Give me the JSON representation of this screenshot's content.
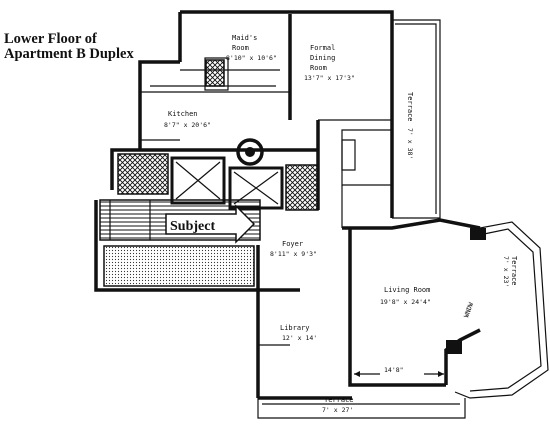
{
  "title_line1": "Lower Floor of",
  "title_line2": "Apartment B Duplex",
  "subject_label": "Subject",
  "rooms": {
    "maids_room": {
      "name_line1": "Maid's",
      "name_line2": "Room",
      "size": "8'10\" x 10'6\""
    },
    "formal_dining": {
      "name_line1": "Formal",
      "name_line2": "Dining",
      "name_line3": "Room",
      "size": "13'7\" x 17'3\""
    },
    "kitchen": {
      "name": "Kitchen",
      "size": "8'7\" x 20'6\""
    },
    "terrace_upper": {
      "name": "Terrace",
      "size": "7' x 38'"
    },
    "foyer": {
      "name": "Foyer",
      "size": "8'11\" x 9'3\""
    },
    "living_room": {
      "name": "Living Room",
      "size": "19'8\" x 24'4\""
    },
    "terrace_right": {
      "name": "Terrace",
      "size": "7' x 23'"
    },
    "library": {
      "name": "Library",
      "size": "12' x 14'"
    },
    "terrace_bottom": {
      "name": "Terrace",
      "size": "7' x 27'"
    }
  },
  "living_width_dim": "14'8\"",
  "window_label": "WNDW"
}
